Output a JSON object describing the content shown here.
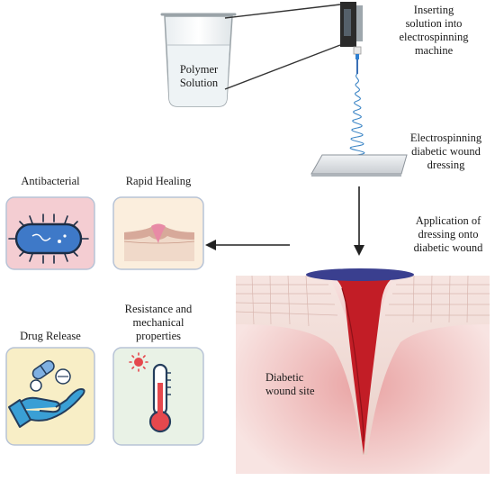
{
  "diagram": {
    "beaker_label": "Polymer\nSolution",
    "step_insert": "Inserting\nsolution into\nelectrospinning\nmachine",
    "step_spin": "Electrospinning\ndiabetic wound\ndressing",
    "step_apply": "Application of\ndressing onto\ndiabetic wound",
    "wound_label": "Diabetic\nwound site",
    "properties": [
      {
        "label": "Antibacterial",
        "icon": "bacterium-icon",
        "bg": "#f4cdd2"
      },
      {
        "label": "Rapid Healing",
        "icon": "healing-skin-icon",
        "bg": "#fbeedd"
      },
      {
        "label": "Drug Release",
        "icon": "pills-hand-icon",
        "bg": "#f8eec6"
      },
      {
        "label": "Resistance and\nmechanical\nproperties",
        "icon": "thermometer-sun-icon",
        "bg": "#e9f2e6"
      }
    ],
    "colors": {
      "wound_red": "#c21d26",
      "dressing_blue": "#3a3f8f",
      "fiber_blue": "#3d86c6",
      "skin_pink": "#f2d2cc"
    }
  }
}
